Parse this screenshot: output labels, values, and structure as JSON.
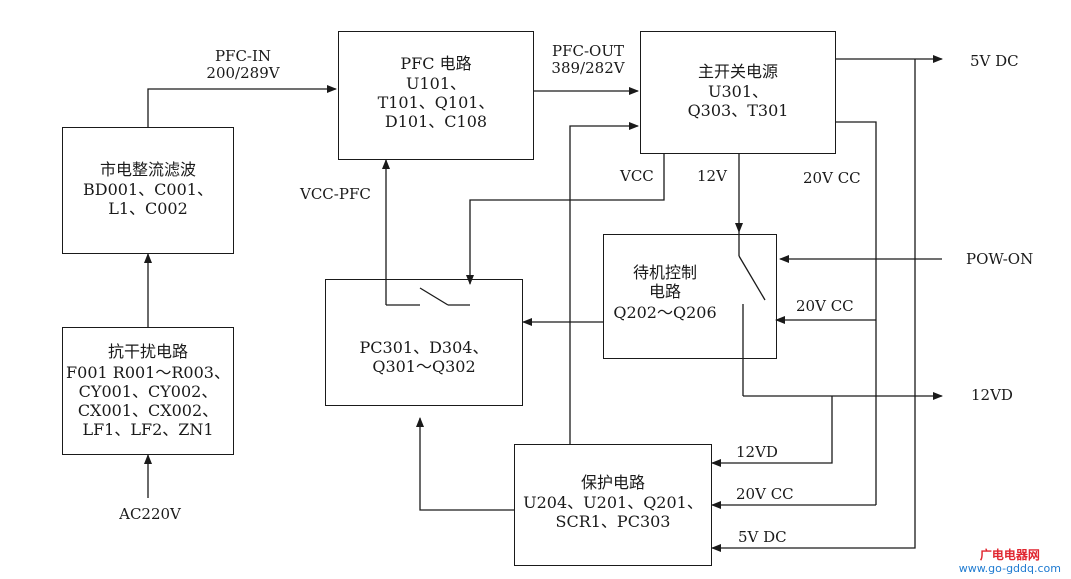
{
  "blocks": {
    "rectifier": {
      "title": "市电整流滤波",
      "parts": "BD001、C001、\nL1、C002"
    },
    "emi": {
      "title": "抗干扰电路",
      "parts": "F001 R001～R003、\nCY001、CY002、\nCX001、CX002、\nLF1、LF2、ZN1"
    },
    "pfc": {
      "title": "PFC 电路",
      "parts": "U101、\nT101、Q101、\nD101、C108"
    },
    "main_psu": {
      "title": "主开关电源",
      "parts": "U301、\nQ303、T301"
    },
    "standby": {
      "title": "待机控制\n电路",
      "parts": "Q202～Q206"
    },
    "relay": {
      "title": "",
      "parts": "PC301、D304、\nQ301～Q302"
    },
    "protect": {
      "title": "保护电路",
      "parts": "U204、U201、Q201、\nSCR1、PC303"
    }
  },
  "signals": {
    "ac_in": "AC220V",
    "pfc_in": "PFC-IN\n200/289V",
    "pfc_out": "PFC-OUT\n389/282V",
    "vcc_pfc": "VCC-PFC",
    "vcc": "VCC",
    "v12": "12V",
    "v20cc_top": "20V CC",
    "v5dc_out": "5V DC",
    "pow_on": "POW-ON",
    "v20cc_standby": "20V CC",
    "v12vd_out": "12VD",
    "v12vd_protect": "12VD",
    "v20cc_protect": "20V CC",
    "v5dc_protect": "5V DC"
  },
  "watermark": {
    "site": "广电电器网",
    "url": "www.go-gddq.com"
  },
  "colors": {
    "line": "#1a1a1a",
    "watermark_red": "#e0262f",
    "watermark_blue": "#1f7bd1"
  }
}
